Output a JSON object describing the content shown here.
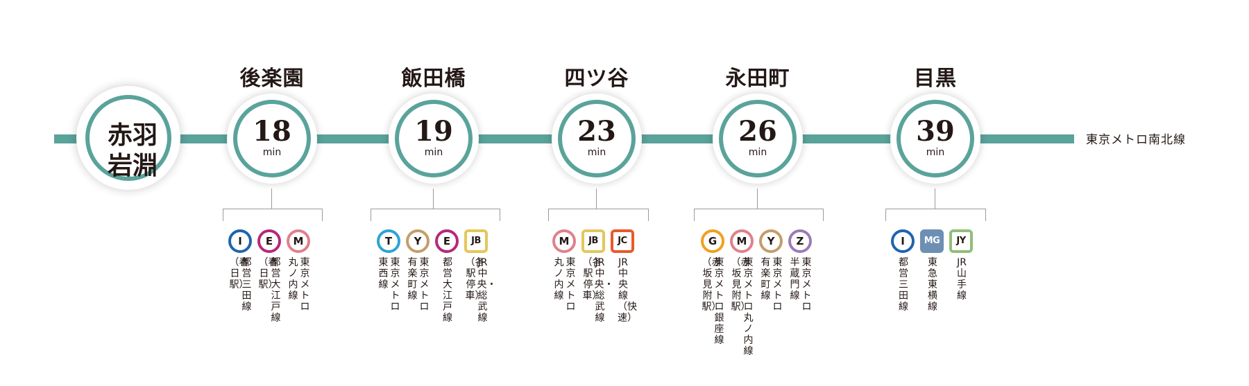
{
  "line_label": "東京メトロ南北線",
  "origin": {
    "name_line1": "赤羽",
    "name_line2": "岩淵"
  },
  "min_unit": "min",
  "colors": {
    "route": "#5aa39b",
    "text": "#231815"
  },
  "stations": [
    {
      "name": "後楽園",
      "minutes": "18",
      "transfers": [
        {
          "code": "M",
          "shape": "circle",
          "color": "#e0808a",
          "lines": [
            "東京メトロ",
            "丸ノ内線"
          ]
        },
        {
          "code": "E",
          "shape": "circle",
          "color": "#b6287a",
          "lines": [
            "都営大江戸線",
            "（春日駅）"
          ]
        },
        {
          "code": "I",
          "shape": "circle",
          "color": "#1f64b0",
          "lines": [
            "都営三田線",
            "（春日駅）"
          ]
        }
      ]
    },
    {
      "name": "飯田橋",
      "minutes": "19",
      "transfers": [
        {
          "code": "JB",
          "shape": "square",
          "color": "#e3c75a",
          "lines": [
            "JR中央・総武線",
            "（各駅停車）"
          ]
        },
        {
          "code": "E",
          "shape": "circle",
          "color": "#b6287a",
          "lines": [
            "都営大江戸線"
          ]
        },
        {
          "code": "Y",
          "shape": "circle",
          "color": "#c49d6a",
          "lines": [
            "東京メトロ",
            "有楽町線"
          ]
        },
        {
          "code": "T",
          "shape": "circle",
          "color": "#2ea3d5",
          "lines": [
            "東京メトロ",
            "東西線"
          ]
        }
      ]
    },
    {
      "name": "四ツ谷",
      "minutes": "23",
      "transfers": [
        {
          "code": "JC",
          "shape": "square",
          "color": "#e8592c",
          "lines": [
            "JR中央線（快速）"
          ]
        },
        {
          "code": "JB",
          "shape": "square",
          "color": "#e3c75a",
          "lines": [
            "JR中央・総武線",
            "（各駅停車）"
          ]
        },
        {
          "code": "M",
          "shape": "circle",
          "color": "#e0808a",
          "lines": [
            "東京メトロ",
            "丸ノ内線"
          ]
        }
      ]
    },
    {
      "name": "永田町",
      "minutes": "26",
      "transfers": [
        {
          "code": "Z",
          "shape": "circle",
          "color": "#9b7cb6",
          "lines": [
            "東京メトロ",
            "半蔵門線"
          ]
        },
        {
          "code": "Y",
          "shape": "circle",
          "color": "#c49d6a",
          "lines": [
            "東京メトロ",
            "有楽町線"
          ]
        },
        {
          "code": "M",
          "shape": "circle",
          "color": "#e0808a",
          "lines": [
            "東京メトロ丸ノ内線",
            "（赤坂見附駅）"
          ]
        },
        {
          "code": "G",
          "shape": "circle",
          "color": "#f0a020",
          "lines": [
            "東京メトロ銀座線",
            "（赤坂見附駅）"
          ]
        }
      ]
    },
    {
      "name": "目黒",
      "minutes": "39",
      "transfers": [
        {
          "code": "JY",
          "shape": "square",
          "color": "#8fbf7a",
          "lines": [
            "JR山手線"
          ]
        },
        {
          "code": "MG",
          "shape": "square-filled",
          "color": "#6d8fb3",
          "lines": [
            "東急東横線"
          ]
        },
        {
          "code": "I",
          "shape": "circle",
          "color": "#1f64b0",
          "lines": [
            "都営三田線"
          ]
        }
      ]
    }
  ]
}
